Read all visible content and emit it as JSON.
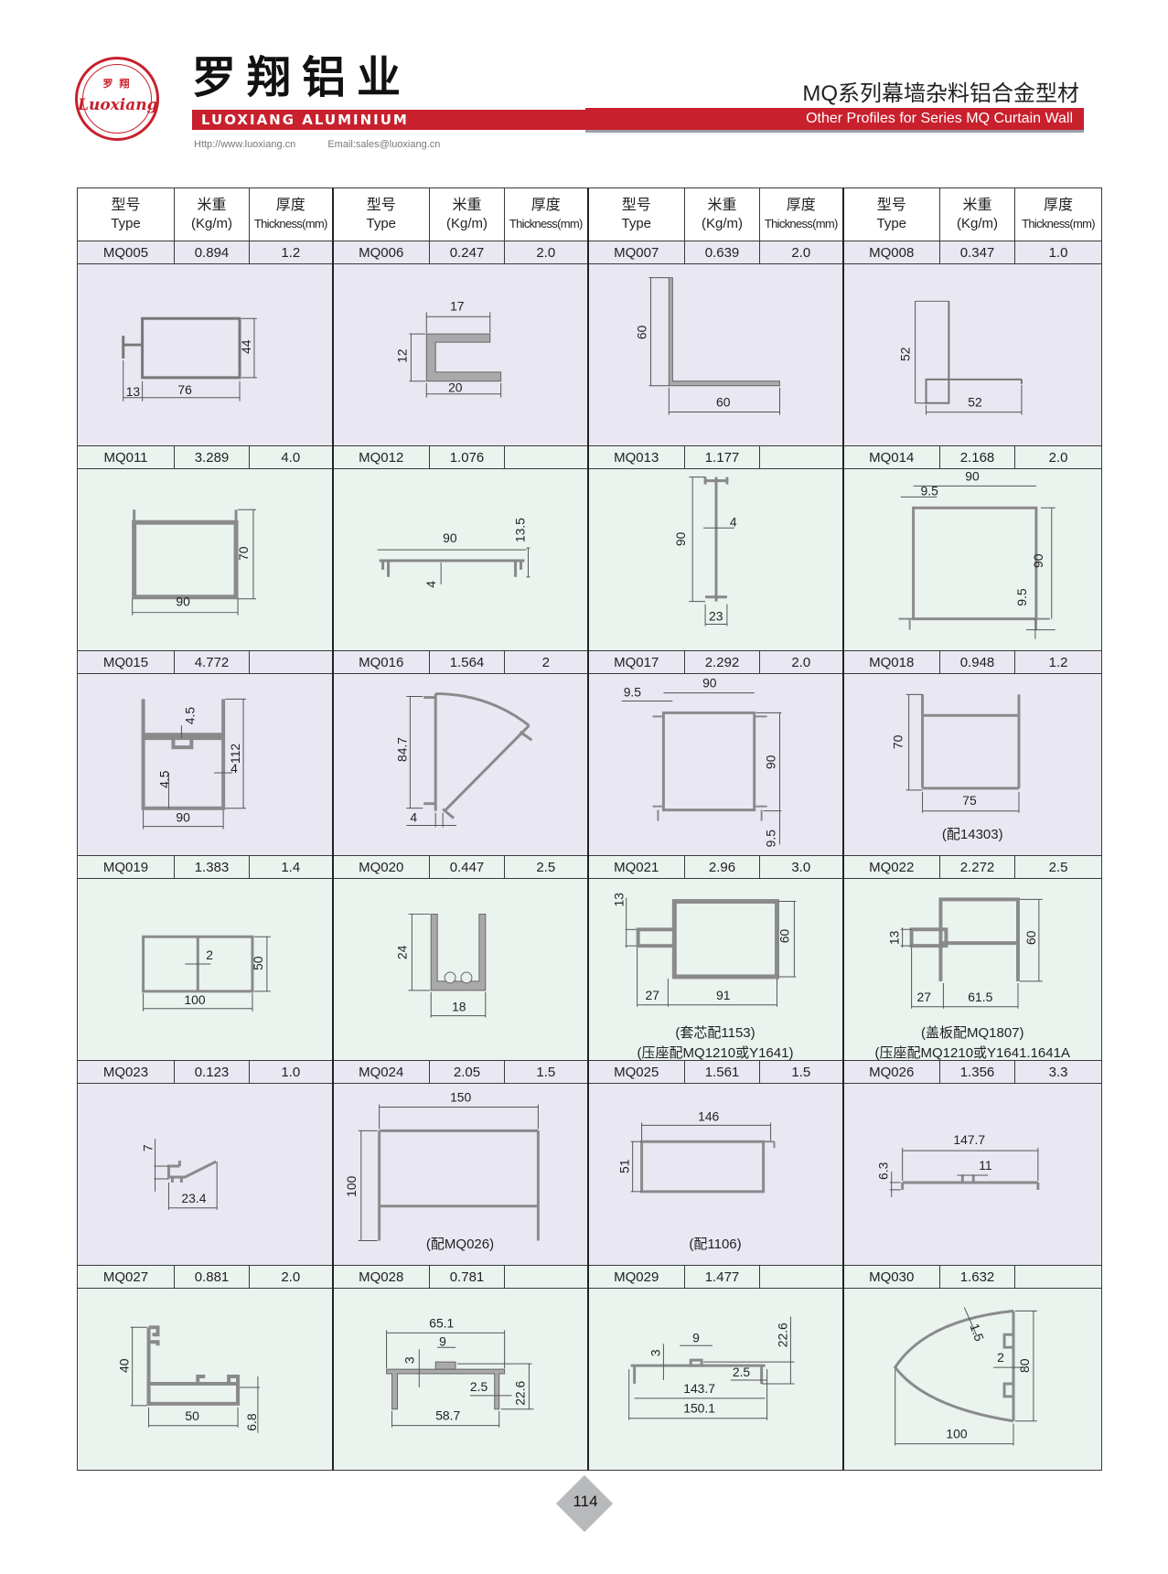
{
  "header": {
    "logo_cn": "罗 翔",
    "logo_en": "Luoxiang",
    "brand_cn": "罗翔铝业",
    "brand_en": "LUOXIANG ALUMINIUM",
    "website": "Http://www.luoxiang.cn",
    "email": "Email:sales@luoxiang.cn",
    "title_cn": "MQ系列幕墙杂料铝合金型材",
    "title_en": "Other Profiles for Series MQ Curtain Wall",
    "accent_color": "#c8202d"
  },
  "table": {
    "columns": [
      {
        "cn": "型号",
        "en": "Type"
      },
      {
        "cn": "米重",
        "en": "(Kg/m)"
      },
      {
        "cn": "厚度",
        "en": "Thickness(mm)"
      }
    ],
    "rows": [
      [
        {
          "type": "MQ005",
          "weight": "0.894",
          "thickness": "1.2",
          "dims": [
            "13",
            "76",
            "44"
          ],
          "note": ""
        },
        {
          "type": "MQ006",
          "weight": "0.247",
          "thickness": "2.0",
          "dims": [
            "17",
            "12",
            "20"
          ],
          "note": ""
        },
        {
          "type": "MQ007",
          "weight": "0.639",
          "thickness": "2.0",
          "dims": [
            "60",
            "60"
          ],
          "note": ""
        },
        {
          "type": "MQ008",
          "weight": "0.347",
          "thickness": "1.0",
          "dims": [
            "52",
            "52"
          ],
          "note": ""
        }
      ],
      [
        {
          "type": "MQ011",
          "weight": "3.289",
          "thickness": "4.0",
          "dims": [
            "70",
            "90"
          ],
          "note": ""
        },
        {
          "type": "MQ012",
          "weight": "1.076",
          "thickness": "",
          "dims": [
            "90",
            "13.5",
            "4"
          ],
          "note": ""
        },
        {
          "type": "MQ013",
          "weight": "1.177",
          "thickness": "",
          "dims": [
            "90",
            "4",
            "23"
          ],
          "note": ""
        },
        {
          "type": "MQ014",
          "weight": "2.168",
          "thickness": "2.0",
          "dims": [
            "90",
            "9.5",
            "90",
            "9.5"
          ],
          "note": ""
        }
      ],
      [
        {
          "type": "MQ015",
          "weight": "4.772",
          "thickness": "",
          "dims": [
            "4.5",
            "112",
            "4",
            "4.5",
            "90"
          ],
          "note": ""
        },
        {
          "type": "MQ016",
          "weight": "1.564",
          "thickness": "2",
          "dims": [
            "84.7",
            "4"
          ],
          "note": ""
        },
        {
          "type": "MQ017",
          "weight": "2.292",
          "thickness": "2.0",
          "dims": [
            "9.5",
            "90",
            "90",
            "9.5"
          ],
          "note": ""
        },
        {
          "type": "MQ018",
          "weight": "0.948",
          "thickness": "1.2",
          "dims": [
            "70",
            "75"
          ],
          "note": "(配14303)"
        }
      ],
      [
        {
          "type": "MQ019",
          "weight": "1.383",
          "thickness": "1.4",
          "dims": [
            "2",
            "50",
            "100"
          ],
          "note": ""
        },
        {
          "type": "MQ020",
          "weight": "0.447",
          "thickness": "2.5",
          "dims": [
            "24",
            "18"
          ],
          "note": ""
        },
        {
          "type": "MQ021",
          "weight": "2.96",
          "thickness": "3.0",
          "dims": [
            "13",
            "60",
            "27",
            "91"
          ],
          "note": "(套芯配1153)",
          "note2": "(压座配MQ1210或Y1641)"
        },
        {
          "type": "MQ022",
          "weight": "2.272",
          "thickness": "2.5",
          "dims": [
            "13",
            "60",
            "27",
            "61.5"
          ],
          "note": "(盖板配MQ1807)",
          "note2": "(压座配MQ1210或Y1641.1641A"
        }
      ],
      [
        {
          "type": "MQ023",
          "weight": "0.123",
          "thickness": "1.0",
          "dims": [
            "7",
            "23.4"
          ],
          "note": ""
        },
        {
          "type": "MQ024",
          "weight": "2.05",
          "thickness": "1.5",
          "dims": [
            "150",
            "100"
          ],
          "note": "(配MQ026)"
        },
        {
          "type": "MQ025",
          "weight": "1.561",
          "thickness": "1.5",
          "dims": [
            "146",
            "51"
          ],
          "note": "(配1106)"
        },
        {
          "type": "MQ026",
          "weight": "1.356",
          "thickness": "3.3",
          "dims": [
            "147.7",
            "6.3",
            "11"
          ],
          "note": ""
        }
      ],
      [
        {
          "type": "MQ027",
          "weight": "0.881",
          "thickness": "2.0",
          "dims": [
            "40",
            "50",
            "6.8"
          ],
          "note": ""
        },
        {
          "type": "MQ028",
          "weight": "0.781",
          "thickness": "",
          "dims": [
            "65.1",
            "3",
            "9",
            "2.5",
            "22.6",
            "58.7"
          ],
          "note": ""
        },
        {
          "type": "MQ029",
          "weight": "1.477",
          "thickness": "",
          "dims": [
            "3",
            "9",
            "22.6",
            "2.5",
            "143.7",
            "150.1"
          ],
          "note": ""
        },
        {
          "type": "MQ030",
          "weight": "1.632",
          "thickness": "",
          "dims": [
            "1.5",
            "2",
            "80",
            "100"
          ],
          "note": ""
        }
      ]
    ]
  },
  "footer": {
    "page_number": "114"
  }
}
